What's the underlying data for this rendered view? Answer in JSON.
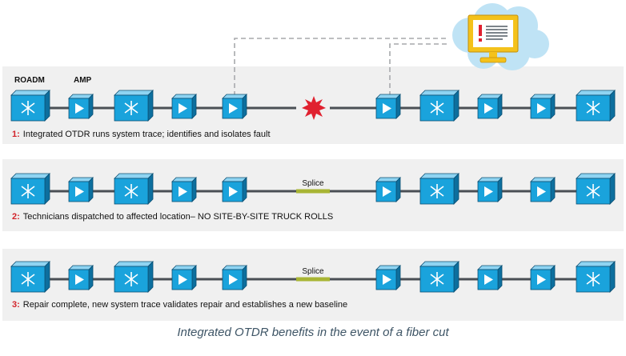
{
  "labels": {
    "roadm": "ROADM",
    "amp": "AMP",
    "splice": "Splice"
  },
  "steps": [
    {
      "number": "1:",
      "text": "Integrated OTDR runs system trace; identifies and isolates fault"
    },
    {
      "number": "2:",
      "text": "Technicians dispatched to affected location– NO SITE-BY-SITE TRUCK ROLLS"
    },
    {
      "number": "3:",
      "text": "Repair complete, new system trace validates repair and establishes a new baseline"
    }
  ],
  "caption": "Integrated OTDR benefits in the event of a fiber cut",
  "icons": {
    "roadm": "roadm-node-icon",
    "amp": "amplifier-icon",
    "fault": "fiber-cut-starburst-icon",
    "monitor": "alarm-monitor-icon",
    "cloud": "cloud-icon"
  },
  "colors": {
    "panel": "#f0f0f0",
    "node_face": "#1aa3dc",
    "node_top": "#8fd4f2",
    "node_side": "#0d6f9e",
    "fiber": "#4a4f55",
    "splice": "#a8b534",
    "fault": "#e0212f",
    "step_number": "#d2232a",
    "cloud": "#bfe3f5",
    "monitor": "#f4c21b",
    "caption": "#3e5566"
  }
}
